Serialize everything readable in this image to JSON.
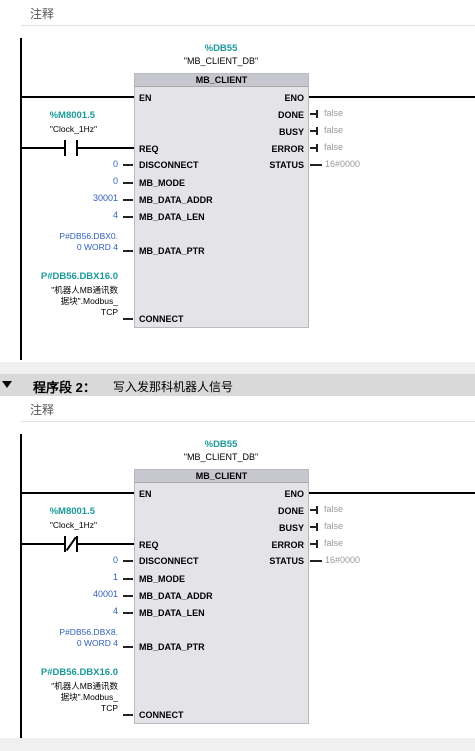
{
  "network1": {
    "comment_label": "注释",
    "db_name": "%DB55",
    "db_instance": "\"MB_CLIENT_DB\"",
    "fb_name": "MB_CLIENT",
    "pins_left": [
      "EN",
      "REQ",
      "DISCONNECT",
      "MB_MODE",
      "MB_DATA_ADDR",
      "MB_DATA_LEN",
      "MB_DATA_PTR",
      "CONNECT"
    ],
    "pins_right": [
      "ENO",
      "DONE",
      "BUSY",
      "ERROR",
      "STATUS"
    ],
    "contact_addr": "%M8001.5",
    "contact_name": "\"Clock_1Hz\"",
    "contact_type": "normally-open",
    "disconnect_val": "0",
    "mb_mode_val": "0",
    "mb_data_addr_val": "30001",
    "mb_data_len_val": "4",
    "mb_data_ptr_line1": "P#DB56.DBX0.",
    "mb_data_ptr_line2": "0 WORD 4",
    "connect_addr": "P#DB56.DBX16.0",
    "connect_line1": "\"机器人MB通讯数",
    "connect_line2": "据块\".Modbus_",
    "connect_line3": "TCP",
    "done_val": "false",
    "busy_val": "false",
    "error_val": "false",
    "status_val": "16#0000"
  },
  "segment2": {
    "title": "程序段 2：",
    "description": "写入发那科机器人信号"
  },
  "network2": {
    "comment_label": "注释",
    "db_name": "%DB55",
    "db_instance": "\"MB_CLIENT_DB\"",
    "fb_name": "MB_CLIENT",
    "pins_left": [
      "EN",
      "REQ",
      "DISCONNECT",
      "MB_MODE",
      "MB_DATA_ADDR",
      "MB_DATA_LEN",
      "MB_DATA_PTR",
      "CONNECT"
    ],
    "pins_right": [
      "ENO",
      "DONE",
      "BUSY",
      "ERROR",
      "STATUS"
    ],
    "contact_addr": "%M8001.5",
    "contact_name": "\"Clock_1Hz\"",
    "contact_type": "normally-closed",
    "disconnect_val": "0",
    "mb_mode_val": "1",
    "mb_data_addr_val": "40001",
    "mb_data_len_val": "4",
    "mb_data_ptr_line1": "P#DB56.DBX8.",
    "mb_data_ptr_line2": "0 WORD 4",
    "connect_addr": "P#DB56.DBX16.0",
    "connect_line1": "\"机器人MB通讯数",
    "connect_line2": "据块\".Modbus_",
    "connect_line3": "TCP",
    "done_val": "false",
    "busy_val": "false",
    "error_val": "false",
    "status_val": "16#0000"
  },
  "colors": {
    "tag_address": "#1a9a9a",
    "constant_value": "#2e5fb8",
    "output_value": "#9a9a9a",
    "block_fill": "#e4e4e8"
  }
}
